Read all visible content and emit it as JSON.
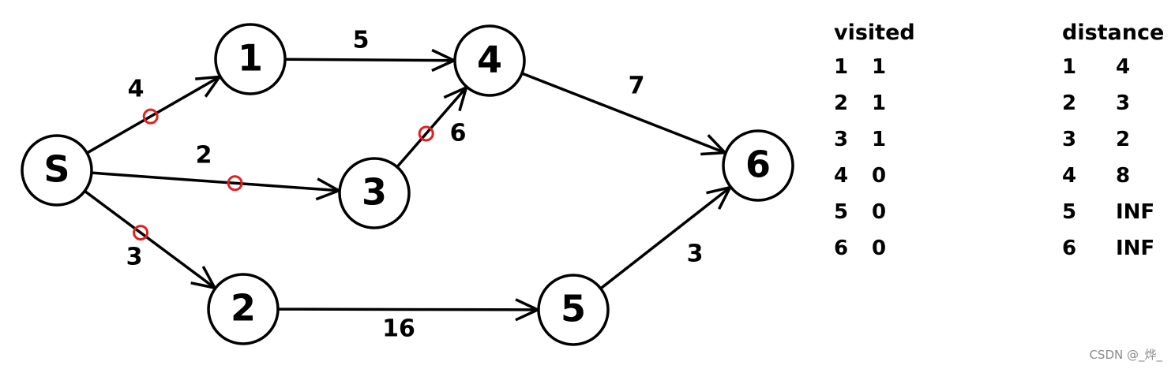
{
  "graph": {
    "nodes": [
      {
        "id": "S",
        "label": "S"
      },
      {
        "id": "1",
        "label": "1"
      },
      {
        "id": "4",
        "label": "4"
      },
      {
        "id": "3",
        "label": "3"
      },
      {
        "id": "6",
        "label": "6"
      },
      {
        "id": "2",
        "label": "2"
      },
      {
        "id": "5",
        "label": "5"
      }
    ],
    "edges": [
      {
        "from": "S",
        "to": "1",
        "weight": "4",
        "highlighted": true
      },
      {
        "from": "S",
        "to": "3",
        "weight": "2",
        "highlighted": true
      },
      {
        "from": "S",
        "to": "2",
        "weight": "3",
        "highlighted": true
      },
      {
        "from": "1",
        "to": "4",
        "weight": "5",
        "highlighted": false
      },
      {
        "from": "3",
        "to": "4",
        "weight": "6",
        "highlighted": true
      },
      {
        "from": "4",
        "to": "6",
        "weight": "7",
        "highlighted": false
      },
      {
        "from": "2",
        "to": "5",
        "weight": "16",
        "highlighted": false
      },
      {
        "from": "5",
        "to": "6",
        "weight": "3",
        "highlighted": false
      }
    ],
    "colors": {
      "stroke": "#000000",
      "highlight": "#e02020"
    }
  },
  "visited": {
    "title": "visited",
    "rows": [
      {
        "node": "1",
        "value": "1"
      },
      {
        "node": "2",
        "value": "1"
      },
      {
        "node": "3",
        "value": "1"
      },
      {
        "node": "4",
        "value": "0"
      },
      {
        "node": "5",
        "value": "0"
      },
      {
        "node": "6",
        "value": "0"
      }
    ]
  },
  "distance": {
    "title": "distance",
    "rows": [
      {
        "node": "1",
        "value": "4"
      },
      {
        "node": "2",
        "value": "3"
      },
      {
        "node": "3",
        "value": "2"
      },
      {
        "node": "4",
        "value": "8"
      },
      {
        "node": "5",
        "value": "INF"
      },
      {
        "node": "6",
        "value": "INF"
      }
    ]
  },
  "watermark": "CSDN @_烨_"
}
